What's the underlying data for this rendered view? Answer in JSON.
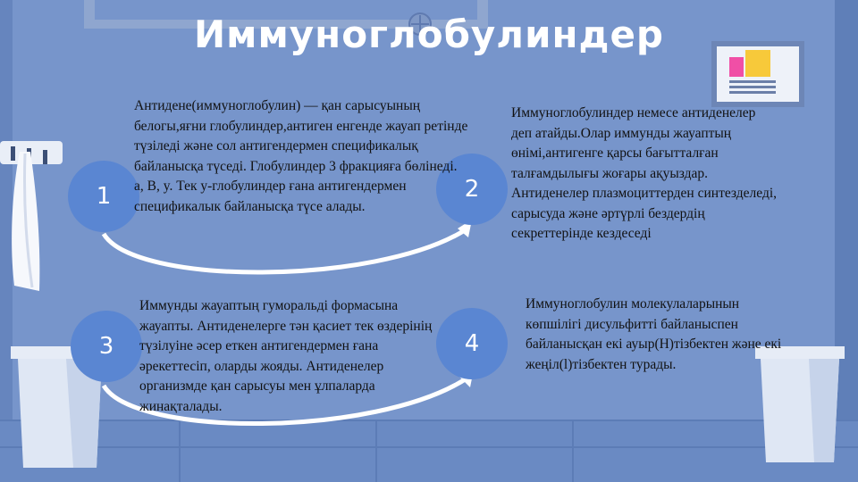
{
  "slide": {
    "title": "Иммуноглобулиндер"
  },
  "blocks": [
    {
      "number": "1",
      "text": "Антидене(иммуноглобулин) — қан сарысуының белогы,яғни глобулиндер,антиген енгенде жауап ретінде түзіледі және сол антигендермен спецификалық байланысқа түседі. Глобулиндер 3 фракцияға бөлінеді. a, B, y. Тек y-глобулиндер ғана антигендермен спецификалык байланысқа түсе алады."
    },
    {
      "number": "2",
      "text": "Иммуноглобулиндер немесе антиденелер деп атайды.Олар иммунды жауаптың өнімі,антигенге қарсы бағытталған талғамдылығы жоғары ақуыздар. Антиденелер плазмоциттерден синтезделеді, сарысуда және әртүрлі бездердің секреттерінде кездеседі"
    },
    {
      "number": "3",
      "text": " Иммунды жауаптың гуморальді формасына жауапты. Антиденелерге тән қасиет тек өздерінің түзілуіне әсер еткен антигендермен ғана әрекеттесіп, оларды жояды. Антиденелер организмде қан сарысуы мен ұлпаларда жинақталады."
    },
    {
      "number": "4",
      "text": "Иммуноглобулин молекулаларынын көпшілігі дисульфитті байланыспен байланысқан екі ауыр(Н)тізбектен және екі жеңіл(l)тізбектен турады."
    }
  ],
  "colors": {
    "background": "#7795cb",
    "badge": "#5a86d2",
    "title": "#ffffff",
    "text": "#111111"
  }
}
